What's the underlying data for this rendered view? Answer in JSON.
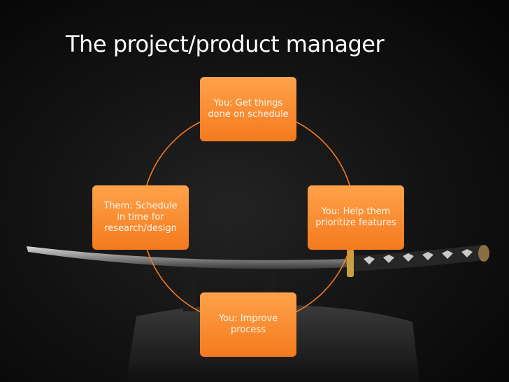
{
  "slide": {
    "title": "The project/product manager"
  },
  "cycle": {
    "color": "#f47a1e",
    "nodes": [
      {
        "id": "top",
        "text": "You: Get things done on schedule"
      },
      {
        "id": "right",
        "text": "You: Help them prioritize features"
      },
      {
        "id": "bottom",
        "text": "You: Improve process"
      },
      {
        "id": "left",
        "text": "Them: Schedule in time for research/design"
      }
    ]
  }
}
